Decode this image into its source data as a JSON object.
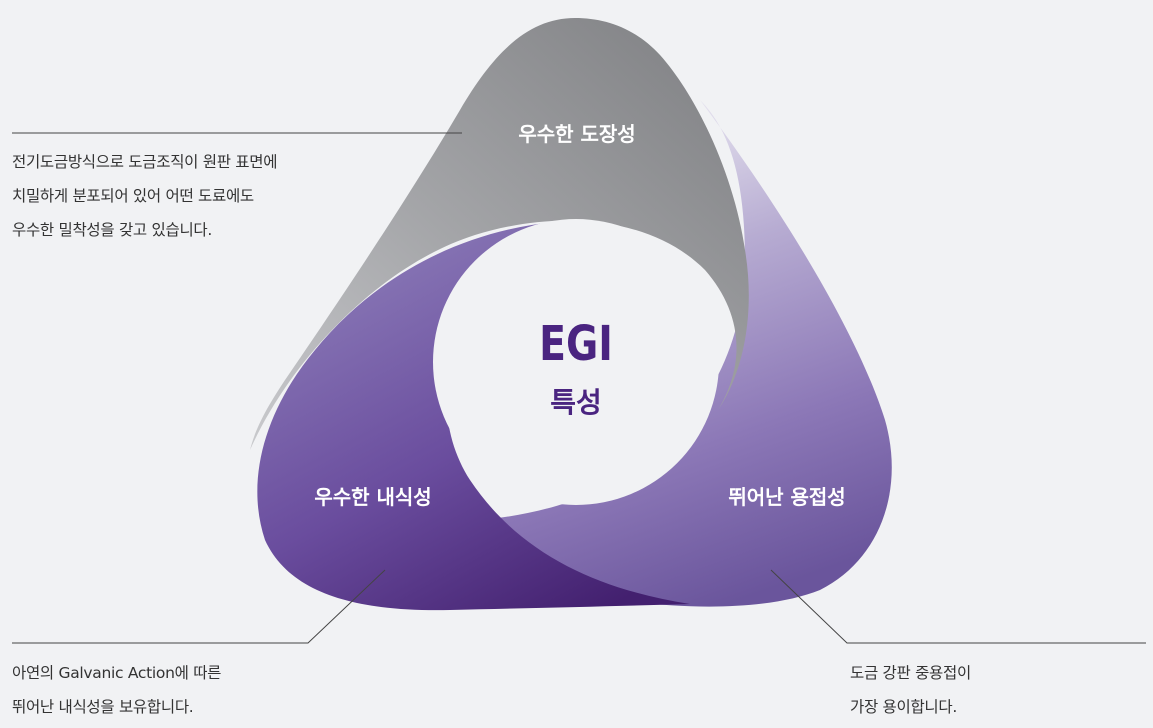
{
  "center": {
    "title": "EGI",
    "subtitle": "특성"
  },
  "lobes": {
    "coating": "우수한 도장성",
    "corrosion": "우수한 내식성",
    "welding": "뛰어난 용접성"
  },
  "descriptions": {
    "coating": [
      "전기도금방식으로 도금조직이 원판 표면에",
      "치밀하게 분포되어 있어 어떤 도료에도",
      "우수한 밀착성을 갖고 있습니다."
    ],
    "corrosion": [
      "아연의 Galvanic Action에 따른",
      "뛰어난 내식성을 보유합니다."
    ],
    "welding": [
      "도금 강판 중용접이",
      "가장 용이합니다."
    ]
  },
  "colors": {
    "background": "#f1f2f4",
    "gray_lobe": "#8a8b8e",
    "purple_dark": "#43206f",
    "purple_light": "#9b89bd",
    "center_text": "#4a2480",
    "text": "#333333"
  }
}
